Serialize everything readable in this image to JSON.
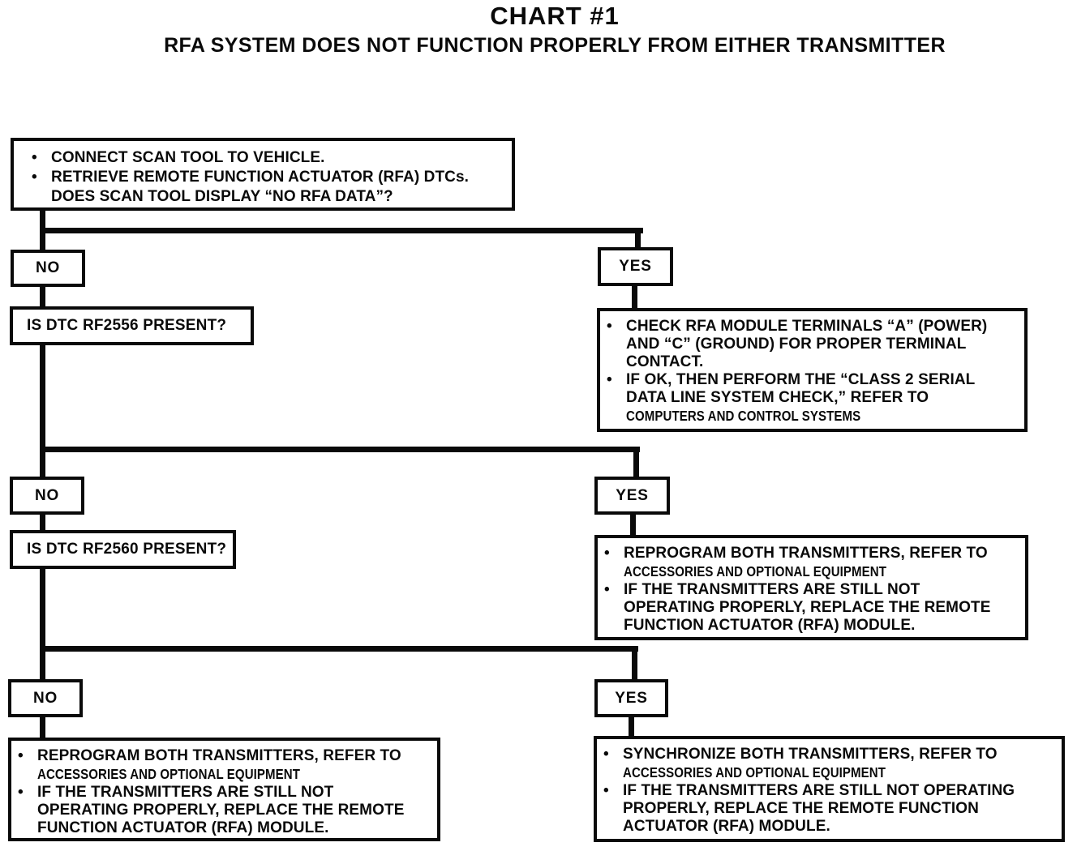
{
  "colors": {
    "ink": "#0a0a0a",
    "background": "#ffffff"
  },
  "title": {
    "line1": "CHART #1",
    "line2": "RFA SYSTEM DOES NOT FUNCTION PROPERLY FROM EITHER TRANSMITTER"
  },
  "labels": {
    "no": "NO",
    "yes": "YES"
  },
  "nodes": {
    "start": {
      "bullets": [
        {
          "lines": [
            {
              "text": "CONNECT SCAN TOOL TO VEHICLE.",
              "ref": false
            }
          ]
        },
        {
          "lines": [
            {
              "text": "RETRIEVE REMOTE FUNCTION ACTUATOR (RFA) DTCs.",
              "ref": false
            },
            {
              "text": "DOES SCAN TOOL DISPLAY “NO RFA DATA”?",
              "ref": false
            }
          ]
        }
      ]
    },
    "q_rf2556": {
      "text": "IS DTC RF2556 PRESENT?"
    },
    "q_rf2560": {
      "text": "IS DTC RF2560 PRESENT?"
    },
    "yes1_action": {
      "bullets": [
        {
          "lines": [
            {
              "text": "CHECK RFA MODULE TERMINALS “A” (POWER)",
              "ref": false
            },
            {
              "text": "AND “C” (GROUND) FOR PROPER TERMINAL",
              "ref": false
            },
            {
              "text": "CONTACT.",
              "ref": false
            }
          ]
        },
        {
          "lines": [
            {
              "text": "IF OK, THEN PERFORM THE “CLASS 2 SERIAL",
              "ref": false
            },
            {
              "text": "DATA LINE SYSTEM CHECK,” REFER TO",
              "ref": false
            },
            {
              "text": "COMPUTERS AND CONTROL SYSTEMS",
              "ref": true
            }
          ]
        }
      ]
    },
    "yes2_action": {
      "bullets": [
        {
          "lines": [
            {
              "text": "REPROGRAM BOTH TRANSMITTERS, REFER TO",
              "ref": false
            },
            {
              "text": "ACCESSORIES AND OPTIONAL EQUIPMENT",
              "ref": true
            }
          ]
        },
        {
          "lines": [
            {
              "text": "IF THE TRANSMITTERS ARE STILL NOT",
              "ref": false
            },
            {
              "text": "OPERATING PROPERLY, REPLACE THE REMOTE",
              "ref": false
            },
            {
              "text": "FUNCTION ACTUATOR (RFA) MODULE.",
              "ref": false
            }
          ]
        }
      ]
    },
    "no3_action": {
      "bullets": [
        {
          "lines": [
            {
              "text": "REPROGRAM BOTH TRANSMITTERS, REFER TO",
              "ref": false
            },
            {
              "text": "ACCESSORIES AND OPTIONAL EQUIPMENT",
              "ref": true
            }
          ]
        },
        {
          "lines": [
            {
              "text": "IF THE TRANSMITTERS ARE STILL NOT",
              "ref": false
            },
            {
              "text": "OPERATING PROPERLY, REPLACE THE REMOTE",
              "ref": false
            },
            {
              "text": "FUNCTION ACTUATOR (RFA) MODULE.",
              "ref": false
            }
          ]
        }
      ]
    },
    "yes3_action": {
      "bullets": [
        {
          "lines": [
            {
              "text": "SYNCHRONIZE BOTH TRANSMITTERS, REFER TO",
              "ref": false
            },
            {
              "text": "ACCESSORIES AND OPTIONAL EQUIPMENT",
              "ref": true
            }
          ]
        },
        {
          "lines": [
            {
              "text": "IF THE TRANSMITTERS ARE STILL NOT OPERATING",
              "ref": false
            },
            {
              "text": "PROPERLY, REPLACE THE REMOTE FUNCTION",
              "ref": false
            },
            {
              "text": "ACTUATOR (RFA) MODULE.",
              "ref": false
            }
          ]
        }
      ]
    }
  }
}
